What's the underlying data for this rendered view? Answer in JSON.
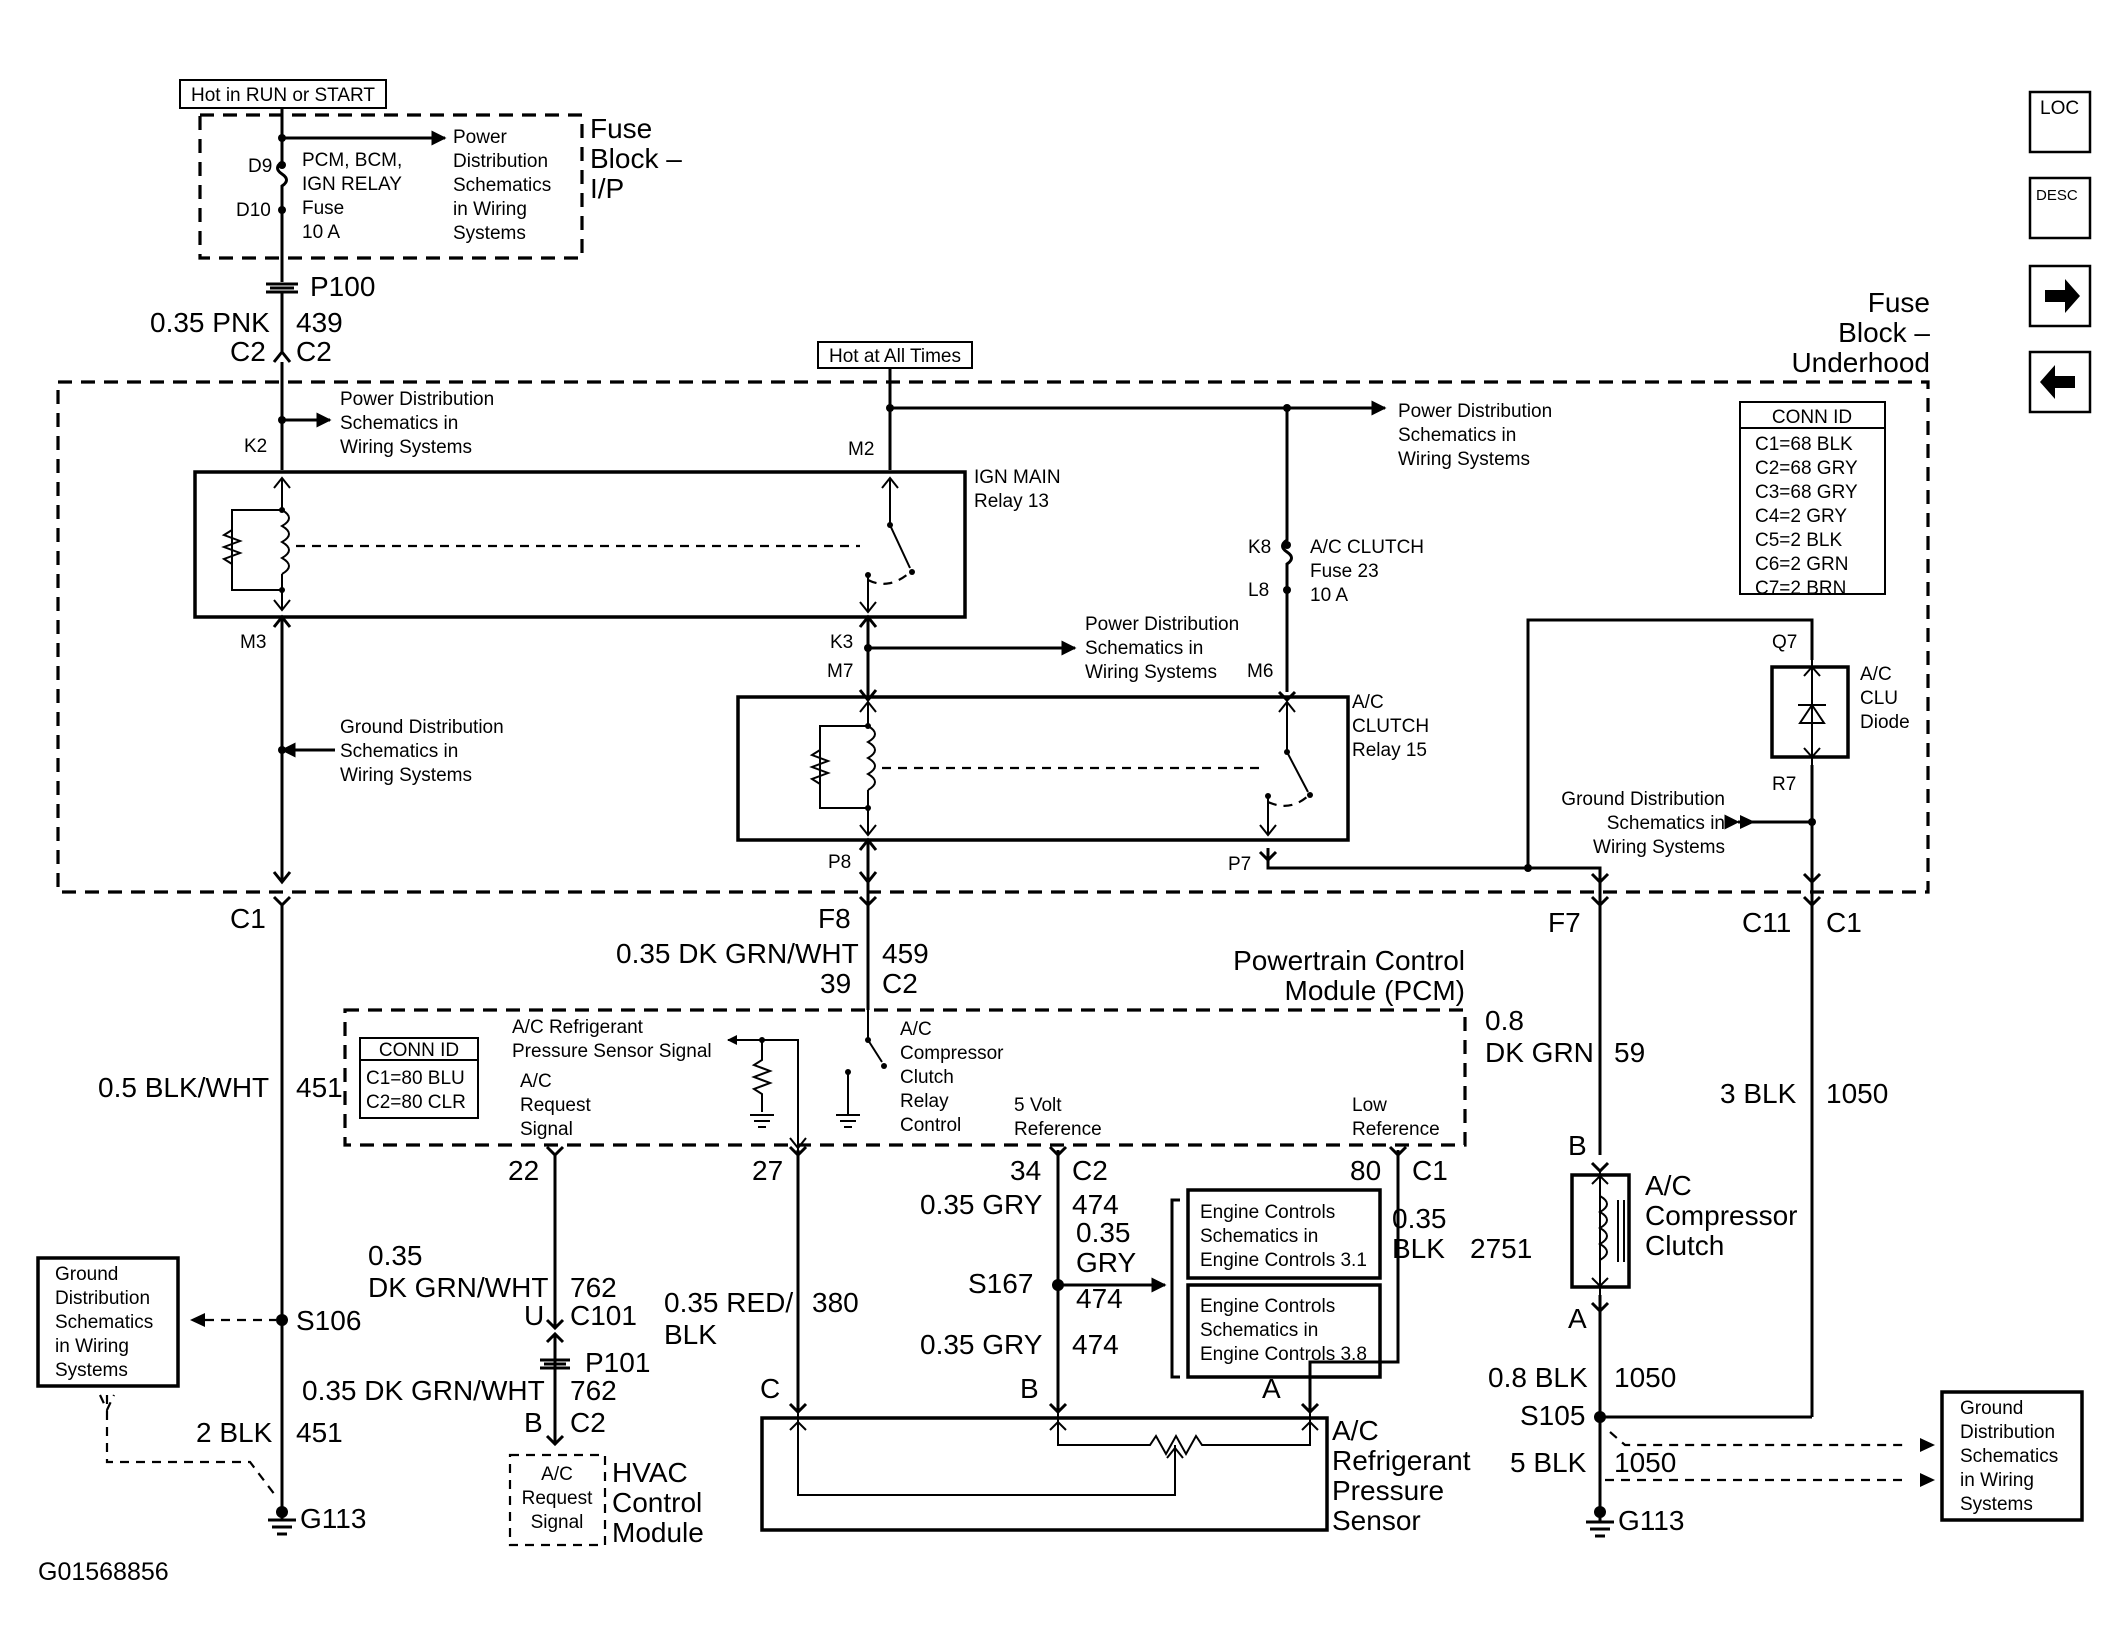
{
  "labels": {
    "hot_run": "Hot in RUN or START",
    "hot_all": "Hot at All Times",
    "fuse_ip": [
      "Fuse",
      "Block –",
      "I/P"
    ],
    "fuse_uh": [
      "Fuse",
      "Block –",
      "Underhood"
    ],
    "d9": "D9",
    "d10": "D10",
    "fuse_pcm": [
      "PCM, BCM,",
      "IGN RELAY",
      "Fuse",
      "10 A"
    ],
    "pd_ip": [
      "Power",
      "Distribution",
      "Schematics",
      "in Wiring",
      "Systems"
    ],
    "p100": "P100",
    "wire439": "0.35 PNK",
    "c439": "439",
    "c2a": "C2",
    "c2b": "C2",
    "k2": "K2",
    "pd_k2": [
      "Power Distribution",
      "Schematics in",
      "Wiring Systems"
    ],
    "m2": "M2",
    "pd_m2": [
      "Power Distribution",
      "Schematics in",
      "Wiring Systems"
    ],
    "ign_main": [
      "IGN MAIN",
      "Relay 13"
    ],
    "k8": "K8",
    "l8": "L8",
    "ac_fuse": [
      "A/C CLUTCH",
      "Fuse 23",
      "10 A"
    ],
    "conn_uh_title": "CONN ID",
    "conn_uh": [
      "C1=68 BLK",
      "C2=68 GRY",
      "C3=68 GRY",
      "C4=2 GRY",
      "C5=2 BLK",
      "C6=2 GRN",
      "C7=2 BRN"
    ],
    "m3": "M3",
    "k3": "K3",
    "m7": "M7",
    "m6": "M6",
    "pd_k3": [
      "Power Distribution",
      "Schematics in",
      "Wiring Systems"
    ],
    "ac_relay": [
      "A/C",
      "CLUTCH",
      "Relay 15"
    ],
    "q7": "Q7",
    "r7": "R7",
    "diode": [
      "A/C",
      "CLU",
      "Diode"
    ],
    "gd_m3": [
      "Ground Distribution",
      "Schematics in",
      "Wiring Systems"
    ],
    "gd_r7": [
      "Ground Distribution",
      "Schematics in",
      "Wiring Systems"
    ],
    "p8": "P8",
    "p7": "P7",
    "c1a": "C1",
    "f8": "F8",
    "f7": "F7",
    "c11": "C11",
    "c1b": "C1",
    "wire459": "0.35 DK GRN/WHT",
    "c459": "459",
    "p39": "39",
    "c2c": "C2",
    "pcm": [
      "Powertrain Control",
      "Module (PCM)"
    ],
    "conn_pcm_title": "CONN ID",
    "conn_pcm": [
      "C1=80 BLU",
      "C2=80 CLR"
    ],
    "ref_sig": [
      "A/C Refrigerant",
      "Pressure Sensor Signal"
    ],
    "req_sig": [
      "A/C",
      "Request",
      "Signal"
    ],
    "comp_ctrl": [
      "A/C",
      "Compressor",
      "Clutch",
      "Relay",
      "Control"
    ],
    "five_v": [
      "5 Volt",
      "Reference"
    ],
    "low_ref": [
      "Low",
      "Reference"
    ],
    "wire451": "0.5 BLK/WHT",
    "c451": "451",
    "wire59": [
      "0.8",
      "DK GRN"
    ],
    "c59": "59",
    "wire1050": "3 BLK",
    "c1050": "1050",
    "p22": "22",
    "p27": "27",
    "p34": "34",
    "c2d": "C2",
    "p80": "80",
    "c1c": "C1",
    "wire474a": "0.35 GRY",
    "c474a": "474",
    "wire474b": [
      "0.35",
      "GRY"
    ],
    "c474b": "474",
    "wire474c": "0.35 GRY",
    "c474c": "474",
    "s167": "S167",
    "ec31": [
      "Engine Controls",
      "Schematics in",
      "Engine Controls 3.1"
    ],
    "ec38": [
      "Engine Controls",
      "Schematics in",
      "Engine Controls 3.8"
    ],
    "wire2751": [
      "0.35",
      "BLK"
    ],
    "c2751": "2751",
    "b1": "B",
    "comp_clutch": [
      "A/C",
      "Compressor",
      "Clutch"
    ],
    "a1": "A",
    "wire762a": [
      "0.35",
      "DK GRN/WHT"
    ],
    "c762a": "762",
    "u": "U",
    "c101": "C101",
    "wire380": [
      "0.35 RED/",
      "BLK"
    ],
    "c380": "380",
    "gd_left": [
      "Ground",
      "Distribution",
      "Schematics",
      "in Wiring",
      "Systems"
    ],
    "s106": "S106",
    "p101": "P101",
    "wire762b": "0.35 DK GRN/WHT",
    "c762b": "762",
    "b2": "B",
    "c2e": "C2",
    "wire451b": "2 BLK",
    "c451b": "451",
    "hvac_sig": [
      "A/C",
      "Request",
      "Signal"
    ],
    "hvac": [
      "HVAC",
      "Control",
      "Module"
    ],
    "g113a": "G113",
    "g113b": "G113",
    "pin_c": "C",
    "pin_b": "B",
    "pin_a": "A",
    "sensor": [
      "A/C",
      "Refrigerant",
      "Pressure",
      "Sensor"
    ],
    "wire1050b": "0.8 BLK",
    "c1050b": "1050",
    "s105": "S105",
    "wire1050c": "5 BLK",
    "c1050c": "1050",
    "gd_right": [
      "Ground",
      "Distribution",
      "Schematics",
      "in Wiring",
      "Systems"
    ],
    "fig_id": "G01568856"
  },
  "nav": {
    "loc": "LOC",
    "desc": "DESC"
  }
}
